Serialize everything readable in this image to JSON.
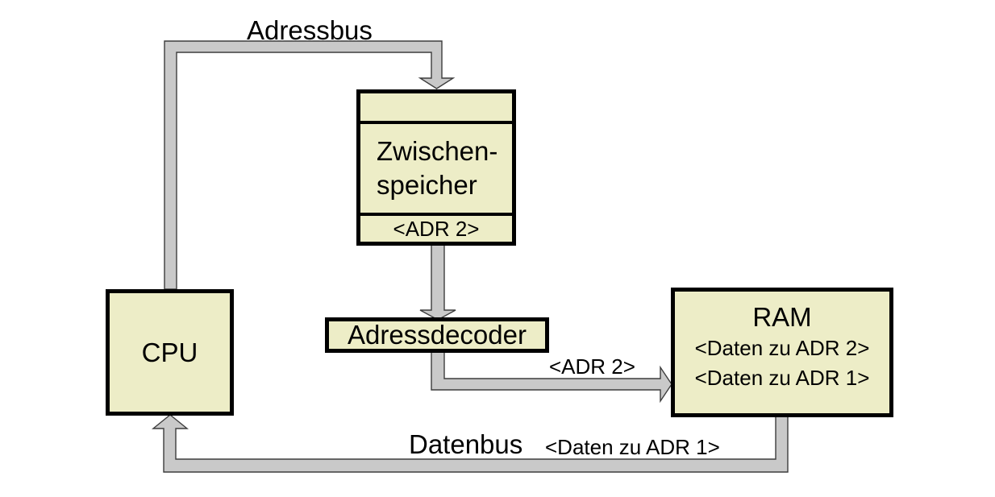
{
  "colors": {
    "node_fill": "#ededc7",
    "node_border": "#000000",
    "bus_fill": "#c9c9c9",
    "bus_outline": "#3d3d3d",
    "text": "#000000",
    "bg": "#ffffff"
  },
  "nodes": {
    "cpu": {
      "label": "CPU"
    },
    "buffer": {
      "lines": [
        "Zwischen-",
        "speicher"
      ],
      "register": "<ADR 2>"
    },
    "decoder": {
      "label": "Adressdecoder"
    },
    "ram": {
      "title": "RAM",
      "rows": [
        "<Daten zu ADR 2>",
        "<Daten zu ADR 1>"
      ]
    }
  },
  "labels": {
    "adressbus": "Adressbus",
    "datenbus": "Datenbus",
    "adr2_on_bus": "<ADR 2>",
    "daten_adr1_on_bus": "<Daten zu ADR 1>"
  }
}
